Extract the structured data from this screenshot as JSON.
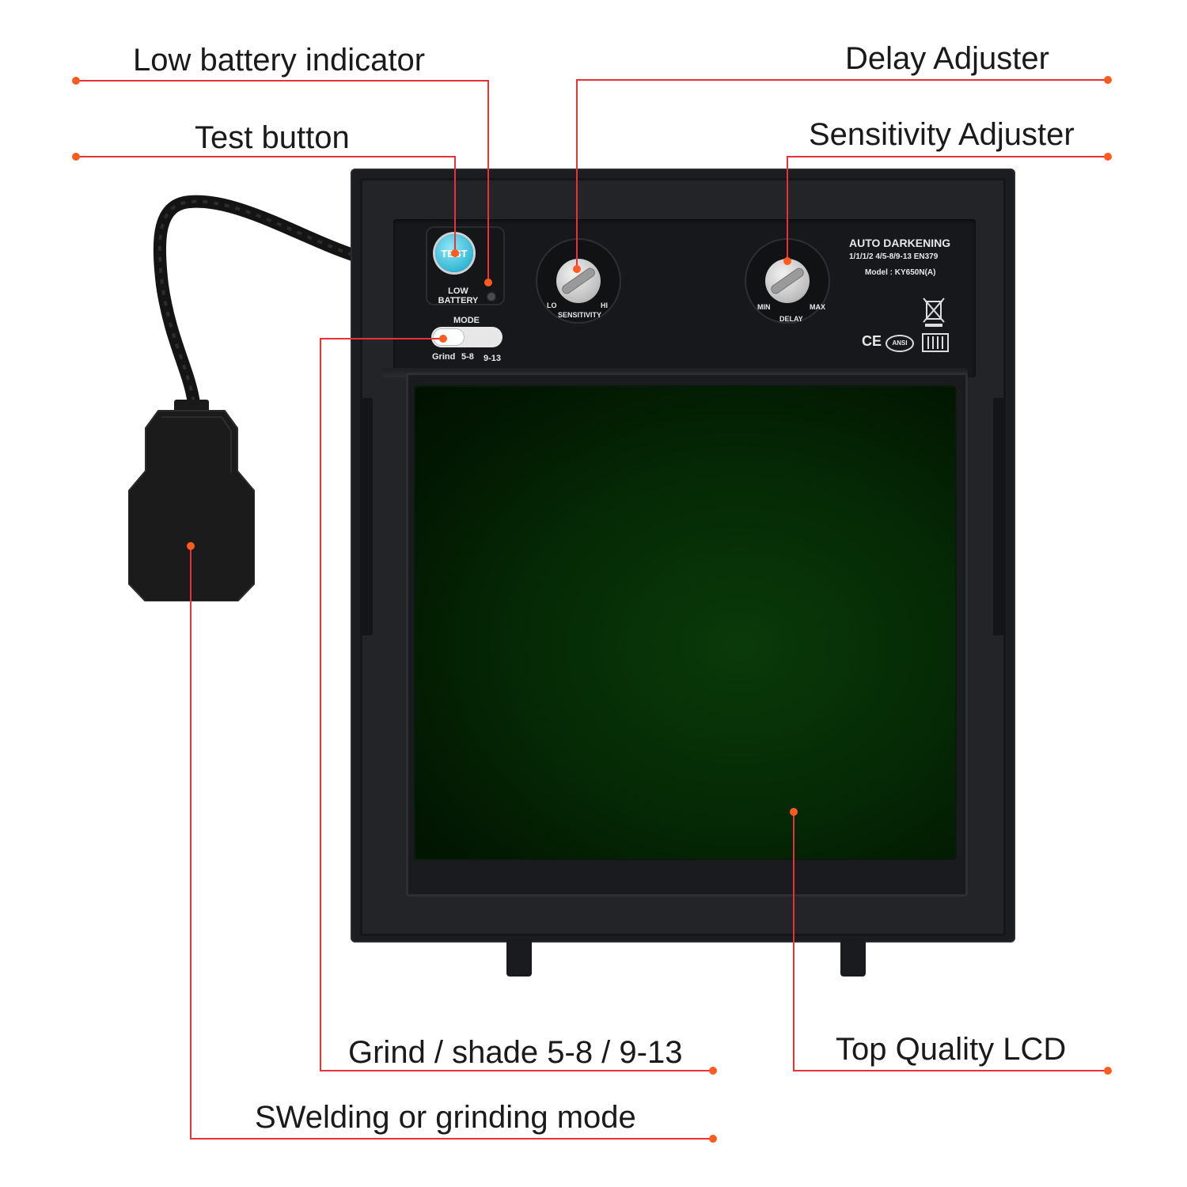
{
  "callouts": {
    "low_battery_indicator": "Low battery indicator",
    "test_button": "Test button",
    "delay_adjuster": "Delay Adjuster",
    "sensitivity_adjuster": "Sensitivity Adjuster",
    "grind_shade": "Grind / shade 5-8 / 9-13",
    "top_quality_lcd": "Top Quality LCD",
    "welding_or_grinding_mode": "SWelding or grinding mode"
  },
  "panel": {
    "test_label": "TEST",
    "low_battery_label": "LOW BATTERY",
    "mode_label": "MODE",
    "mode_options": [
      "Grind",
      "5-8",
      "9-13"
    ],
    "sensitivity_lo": "LO",
    "sensitivity_hi": "HI",
    "sensitivity_label": "SENSITIVITY",
    "delay_min": "MIN",
    "delay_max": "MAX",
    "delay_label": "DELAY",
    "title": "AUTO DARKENING",
    "shade_spec": "1/1/1/2 4/5-8/9-13 EN379",
    "model": "Model : KY650N(A)",
    "cert_ce": "CE",
    "cert_ansi": "ANSI"
  },
  "colors": {
    "callout_line": "#e8323a",
    "callout_dot": "#ff5a1f",
    "frame": "#1c1d20",
    "lens": "#052a05",
    "test_button": "#36b8d6"
  }
}
